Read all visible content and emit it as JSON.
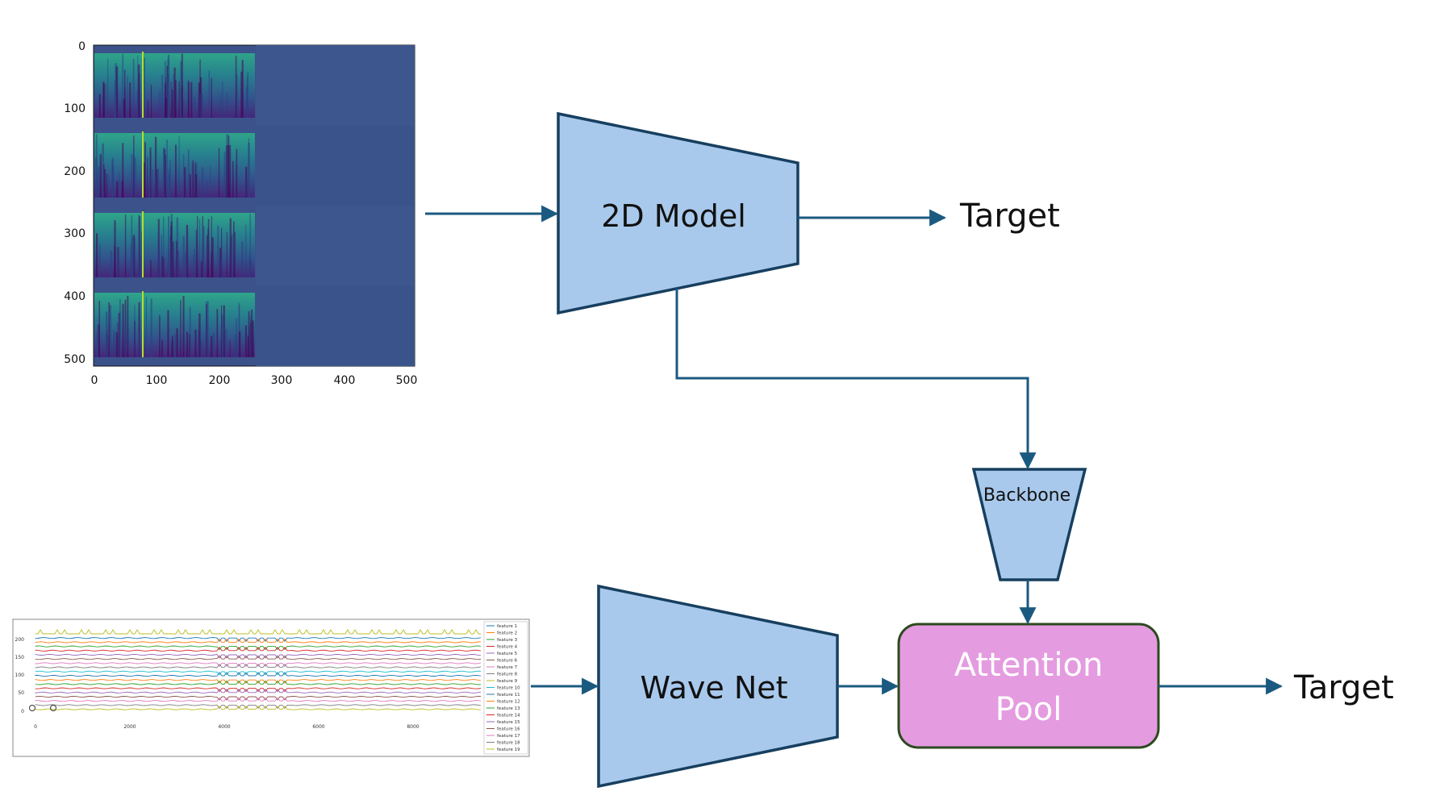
{
  "spectrogram": {
    "x_ticks": [
      "0",
      "100",
      "200",
      "300",
      "400",
      "500"
    ],
    "y_ticks": [
      "0",
      "100",
      "200",
      "300",
      "400",
      "500"
    ]
  },
  "waveform": {
    "y_ticks": [
      "200",
      "150",
      "100",
      "50",
      "0"
    ],
    "x_ticks": [
      "0",
      "2000",
      "4000",
      "6000",
      "8000"
    ],
    "legend": [
      "feature 1",
      "feature 2",
      "feature 3",
      "feature 4",
      "feature 5",
      "feature 6",
      "feature 7",
      "feature 8",
      "feature 9",
      "feature 10",
      "feature 11",
      "feature 12",
      "feature 13",
      "feature 14",
      "feature 15",
      "feature 16",
      "feature 17",
      "feature 18",
      "feature 19"
    ]
  },
  "blocks": {
    "model2d": "2D Model",
    "wavenet": "Wave Net",
    "backbone": "Backbone",
    "attention_line1": "Attention",
    "attention_line2": "Pool"
  },
  "outputs": {
    "target_top": "Target",
    "target_bottom": "Target"
  },
  "colors": {
    "block_fill": "#a8c9ec",
    "block_stroke": "#173f5f",
    "arrow": "#1b5a80",
    "attention_fill": "#e49be0",
    "attention_stroke": "#2c4a1e",
    "attention_text": "#ffffff"
  }
}
